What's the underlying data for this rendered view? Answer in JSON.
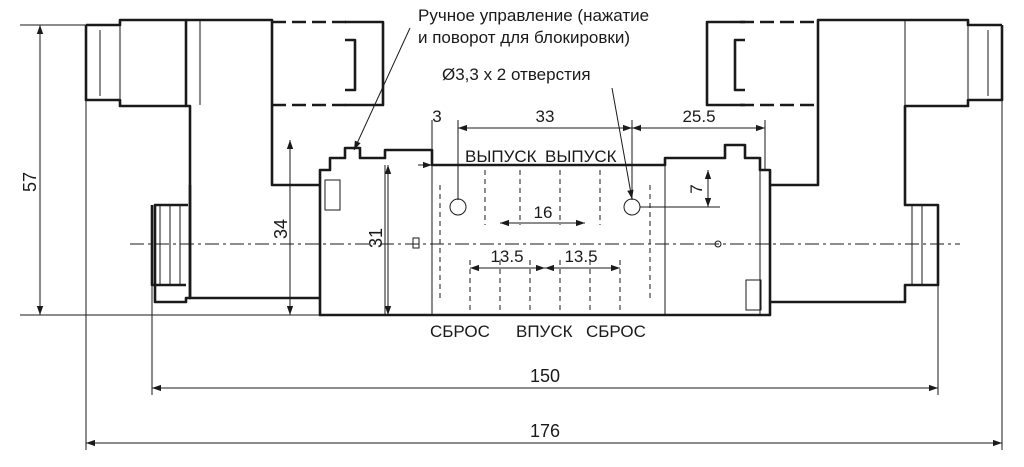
{
  "labels": {
    "manual_override_line1": "Ручное управление (нажатие",
    "manual_override_line2": "и поворот для блокировки)",
    "holes": "Ø3,3 x 2 отверстия",
    "port_outlet_left": "ВЫПУСК",
    "port_outlet_right": "ВЫПУСК",
    "port_exhaust_left": "СБРОС",
    "port_inlet": "ВПУСК",
    "port_exhaust_right": "СБРОС"
  },
  "dimensions": {
    "overall_height": "57",
    "body_height": "34",
    "valve_height": "31",
    "offset_small": "3",
    "hole_spacing_top": "33",
    "hole_offset_right": "25.5",
    "hole_height": "7",
    "port_spacing": "16",
    "port_pitch_left": "13.5",
    "port_pitch_right": "13.5",
    "body_length": "150",
    "overall_length": "176"
  },
  "colors": {
    "ink": "#1a1a1a",
    "background": "#ffffff"
  }
}
